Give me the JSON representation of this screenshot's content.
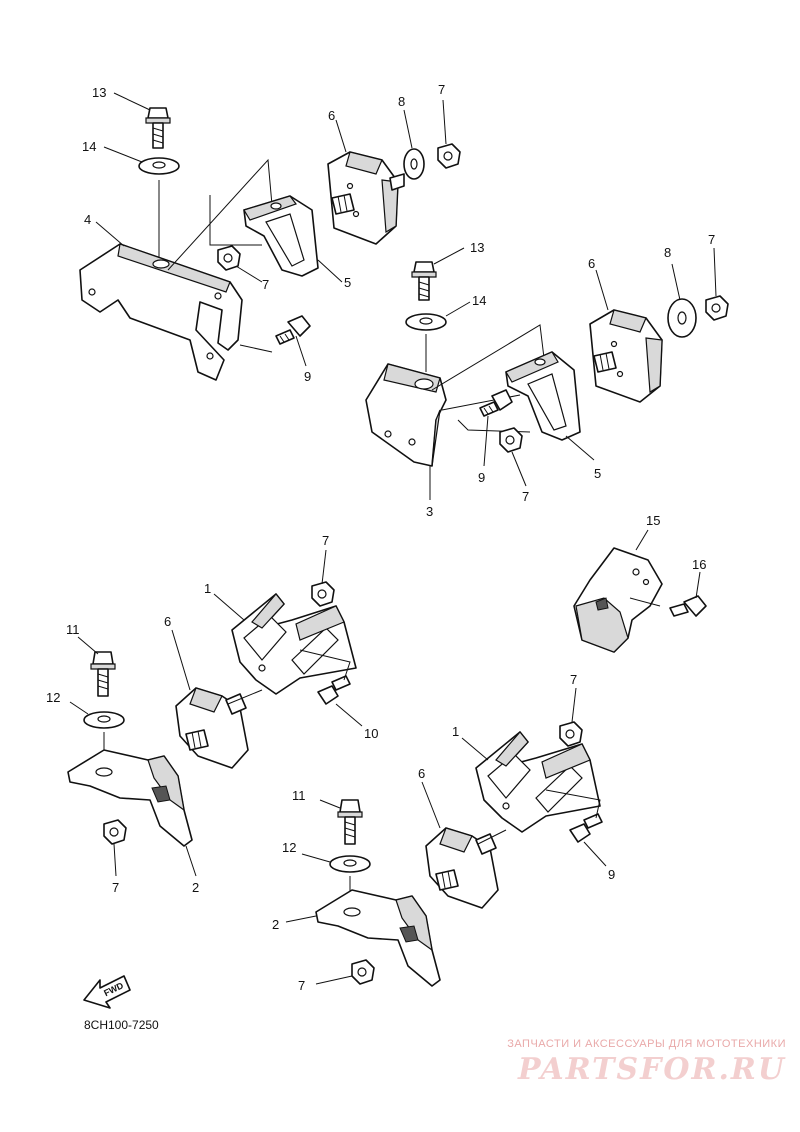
{
  "callouts": {
    "c13a": "13",
    "c14a": "14",
    "c4": "4",
    "c6a": "6",
    "c8a": "8",
    "c7a": "7",
    "c7b": "7",
    "c5a": "5",
    "c9a": "9",
    "c13b": "13",
    "c14b": "14",
    "c6b": "6",
    "c8b": "8",
    "c7c": "7",
    "c3": "3",
    "c9b": "9",
    "c7d": "7",
    "c5b": "5",
    "c15": "15",
    "c16": "16",
    "c7e": "7",
    "c1a": "1",
    "c11a": "11",
    "c6c": "6",
    "c12a": "12",
    "c10": "10",
    "c7f": "7",
    "c2a": "2",
    "c7g": "7",
    "c1b": "1",
    "c11b": "11",
    "c6d": "6",
    "c12b": "12",
    "c9c": "9",
    "c2b": "2",
    "c7h": "7"
  },
  "fwd_label": "FWD",
  "figure_code": "8CH100-7250",
  "watermark": {
    "tagline": "ЗАПЧАСТИ И АКСЕССУАРЫ ДЛЯ МОТОТЕХНИКИ",
    "logo": "PARTSFOR.RU"
  }
}
